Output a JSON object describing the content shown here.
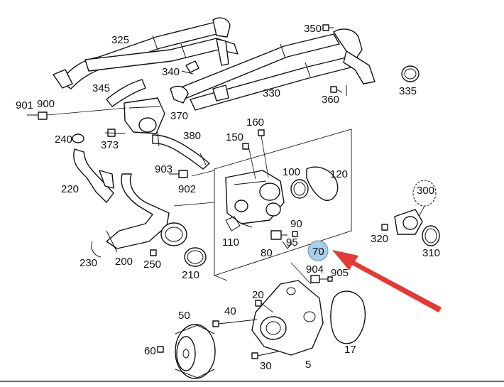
{
  "labels": {
    "l325": "325",
    "l350": "350",
    "l340": "340",
    "l345": "345",
    "l330": "330",
    "l335": "335",
    "l360": "360",
    "l901": "901",
    "l900": "900",
    "l370": "370",
    "l240": "240",
    "l373": "373",
    "l380": "380",
    "l160": "160",
    "l150": "150",
    "l100": "100",
    "l120": "120",
    "l903": "903",
    "l902": "902",
    "l220": "220",
    "l300": "300",
    "l90": "90",
    "l95": "95",
    "l110": "110",
    "l80": "80",
    "l320": "320",
    "l310": "310",
    "l70": "70",
    "l230": "230",
    "l200": "200",
    "l250": "250",
    "l210": "210",
    "l904": "904",
    "l905": "905",
    "l20": "20",
    "l50": "50",
    "l40": "40",
    "l17": "17",
    "l60": "60",
    "l30": "30",
    "l5": "5"
  },
  "highlight": {
    "label": "70",
    "color": "#a9cfe9",
    "arrow_color": "#e53935"
  }
}
